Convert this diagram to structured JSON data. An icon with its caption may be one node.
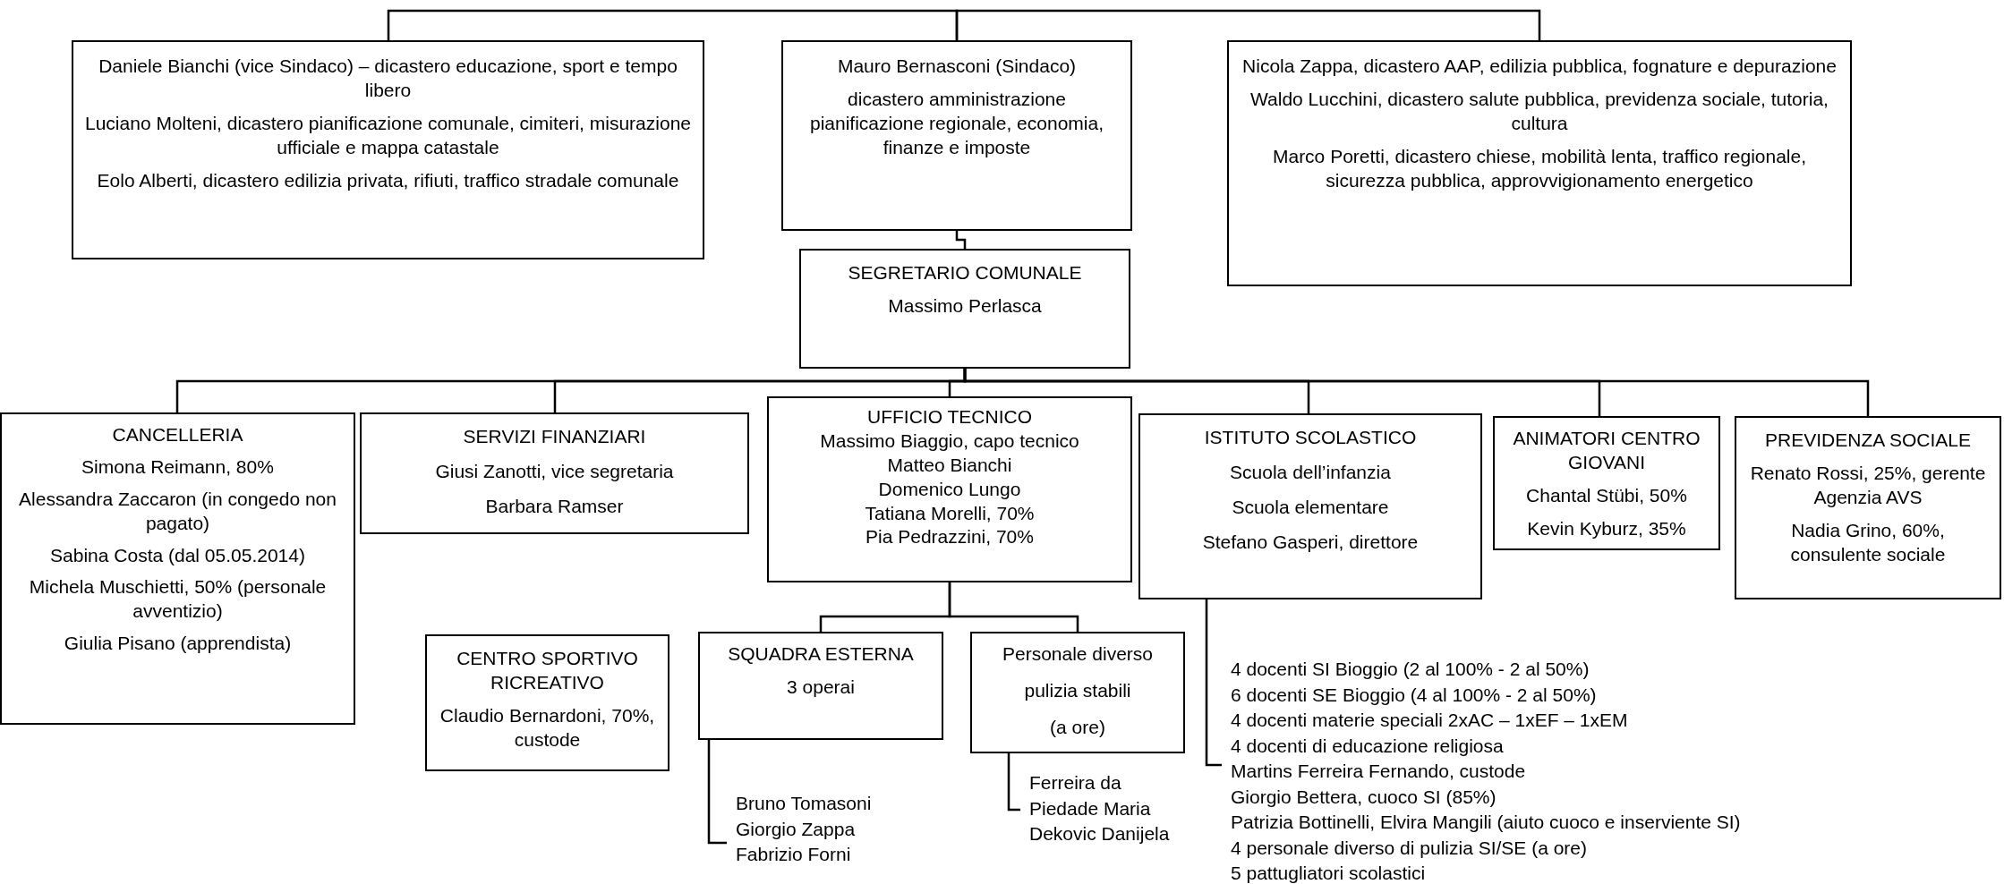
{
  "diagram": {
    "nodes": [
      {
        "text": [
          "Daniele Bianchi (vice Sindaco) – dicastero educazione, sport e tempo libero",
          "Luciano Molteni, dicastero pianificazione comunale, cimiteri, misurazione ufficiale e mappa catastale",
          "Eolo Alberti, dicastero edilizia privata, rifiuti, traffico stradale comunale"
        ]
      },
      {
        "text": [
          "Mauro Bernasconi (Sindaco)",
          "dicastero amministrazione pianificazione regionale, economia, finanze e imposte"
        ]
      },
      {
        "text": [
          "Nicola Zappa, dicastero AAP, edilizia pubblica, fognature e depurazione",
          "Waldo Lucchini, dicastero salute pubblica, previdenza sociale, tutoria, cultura",
          "Marco Poretti, dicastero chiese, mobilità lenta, traffico regionale, sicurezza pubblica, approvvigionamento energetico"
        ]
      },
      {
        "text": [
          "SEGRETARIO COMUNALE",
          "Massimo Perlasca"
        ]
      },
      {
        "text": [
          "CANCELLERIA",
          "Simona Reimann, 80%",
          "Alessandra Zaccaron (in congedo non pagato)",
          "Sabina Costa (dal 05.05.2014)",
          "Michela Muschietti, 50% (personale avventizio)",
          "Giulia Pisano (apprendista)"
        ]
      },
      {
        "text": [
          "SERVIZI FINANZIARI",
          "Giusi Zanotti, vice segretaria",
          "Barbara Ramser"
        ]
      },
      {
        "text": [
          "UFFICIO TECNICO",
          "Massimo Biaggio, capo tecnico",
          "Matteo Bianchi",
          "Domenico Lungo",
          "Tatiana Morelli, 70%",
          "Pia Pedrazzini, 70%"
        ]
      },
      {
        "text": [
          "ISTITUTO SCOLASTICO",
          "Scuola dell’infanzia",
          "Scuola elementare",
          "Stefano Gasperi, direttore"
        ]
      },
      {
        "text": [
          "ANIMATORI CENTRO GIOVANI",
          "Chantal Stübi, 50%",
          "Kevin Kyburz, 35%"
        ]
      },
      {
        "text": [
          "PREVIDENZA SOCIALE",
          "Renato Rossi, 25%, gerente Agenzia AVS",
          "Nadia Grino, 60%, consulente sociale"
        ]
      },
      {
        "text": [
          "CENTRO SPORTIVO RICREATIVO",
          "Claudio Bernardoni, 70%, custode"
        ]
      },
      {
        "text": [
          "SQUADRA ESTERNA",
          "3 operai"
        ]
      },
      {
        "text": [
          "Personale diverso",
          "pulizia stabili",
          "(a ore)"
        ]
      },
      {
        "text": [
          "Bruno Tomasoni",
          "Giorgio Zappa",
          "Fabrizio Forni"
        ]
      },
      {
        "text": [
          "Ferreira da Piedade Maria",
          "Dekovic Danijela"
        ]
      },
      {
        "text": [
          "4 docenti SI Bioggio (2 al 100% - 2 al 50%)",
          "6 docenti SE Bioggio (4 al 100% - 2 al 50%)",
          "4 docenti materie speciali 2xAC – 1xEF – 1xEM",
          "4 docenti di educazione religiosa",
          "Martins Ferreira Fernando, custode",
          "Giorgio Bettera, cuoco SI (85%)",
          "Patrizia Bottinelli, Elvira Mangili (aiuto cuoco e inserviente SI)",
          "4 personale diverso di pulizia SI/SE (a ore)",
          "5 pattugliatori scolastici"
        ]
      }
    ],
    "edges": [
      {
        "from": 1,
        "to": 0,
        "arrow": "none"
      },
      {
        "from": 1,
        "to": 2,
        "arrow": "none"
      },
      {
        "from": 1,
        "to": 3,
        "arrow": "none"
      },
      {
        "from": 3,
        "to": 4,
        "arrow": "none"
      },
      {
        "from": 3,
        "to": 5,
        "arrow": "none"
      },
      {
        "from": 3,
        "to": 6,
        "arrow": "none"
      },
      {
        "from": 3,
        "to": 7,
        "arrow": "none"
      },
      {
        "from": 3,
        "to": 8,
        "arrow": "none"
      },
      {
        "from": 3,
        "to": 9,
        "arrow": "none"
      },
      {
        "from": 6,
        "to": 11,
        "arrow": "none"
      },
      {
        "from": 6,
        "to": 12,
        "arrow": "none"
      },
      {
        "from": 11,
        "to": 13,
        "arrow": "none"
      },
      {
        "from": 12,
        "to": 14,
        "arrow": "none"
      },
      {
        "from": 7,
        "to": 15,
        "arrow": "none"
      }
    ]
  }
}
